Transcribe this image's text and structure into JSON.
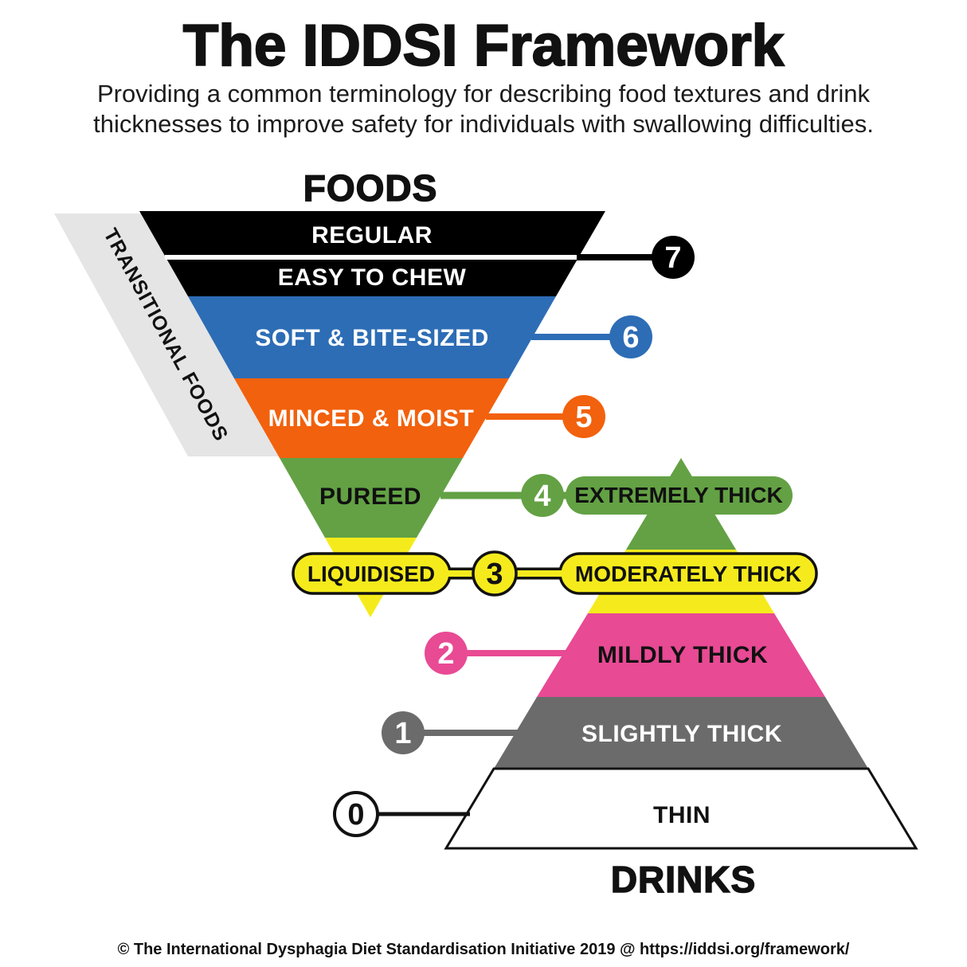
{
  "title": "The IDDSI Framework",
  "subtitle": {
    "line1": "Providing a common terminology for describing food textures and drink",
    "line2": "thicknesses to improve safety for individuals with swallowing difficulties."
  },
  "foods_heading": "FOODS",
  "drinks_heading": "DRINKS",
  "transitional_foods_label": "TRANSITIONAL FOODS",
  "levels": [
    {
      "number": "7",
      "food_label": "REGULAR",
      "food_label2": "EASY TO CHEW",
      "color": "#000000"
    },
    {
      "number": "6",
      "food_label": "SOFT & BITE-SIZED",
      "color": "#2d6db5"
    },
    {
      "number": "5",
      "food_label": "MINCED & MOIST",
      "color": "#f2610d"
    },
    {
      "number": "4",
      "food_label": "PUREED",
      "drink_label": "EXTREMELY THICK",
      "color": "#63a144"
    },
    {
      "number": "3",
      "food_label": "LIQUIDISED",
      "drink_label": "MODERATELY THICK",
      "color": "#f5eb1c"
    },
    {
      "number": "2",
      "drink_label": "MILDLY THICK",
      "color": "#e84a94"
    },
    {
      "number": "1",
      "drink_label": "SLIGHTLY THICK",
      "color": "#6b6b6b"
    },
    {
      "number": "0",
      "drink_label": "THIN",
      "color": "#ffffff"
    }
  ],
  "footer": "© The International Dysphagia Diet Standardisation Initiative 2019 @ https://iddsi.org/framework/"
}
